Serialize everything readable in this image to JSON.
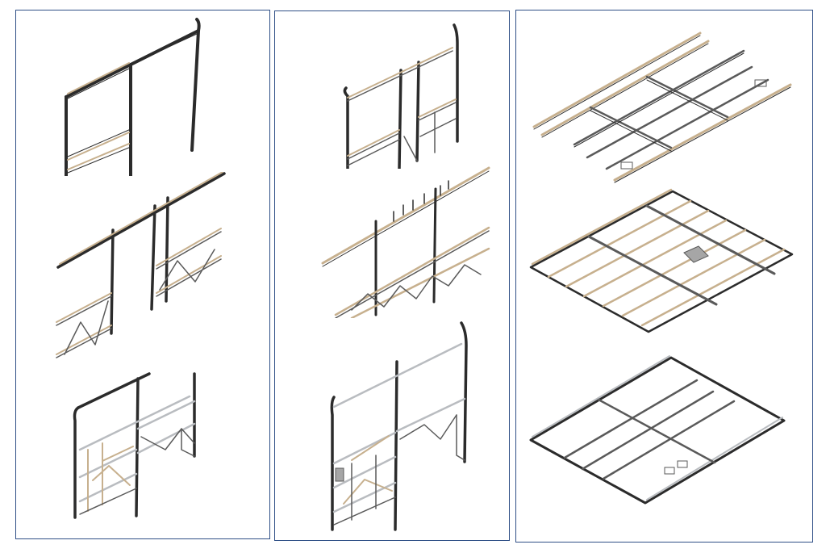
{
  "colors": {
    "panel_border": "#2f4f86",
    "background": "#ffffff",
    "frame_outline": "#2b2b2b",
    "frame_metal": "#b9bcc0",
    "frame_wood": "#c7b08e",
    "plate_fill": "#a6a6a6"
  },
  "panels": [
    {
      "id": "panel-1",
      "views": [
        "partition-frame-stage-1",
        "partition-frame-stage-2",
        "partition-frame-stage-3"
      ]
    },
    {
      "id": "panel-2",
      "views": [
        "side-wall-frame-stage-1",
        "side-wall-frame-stage-2",
        "side-wall-frame-stage-3"
      ]
    },
    {
      "id": "panel-3",
      "views": [
        "floor-frame-stage-1",
        "floor-frame-stage-2",
        "floor-frame-stage-3"
      ]
    }
  ]
}
